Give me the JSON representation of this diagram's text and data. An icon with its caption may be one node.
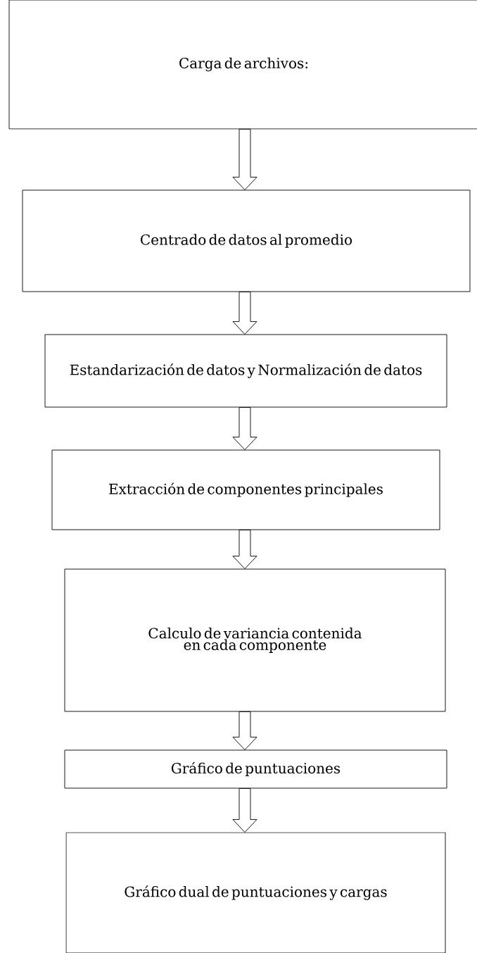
{
  "diagram": {
    "nodes": [
      {
        "text": [
          "Carga de archivos:"
        ]
      },
      {
        "text": [
          "Centrado de datos al promedio"
        ]
      },
      {
        "text": [
          "Estandarización de datos y Normalización de datos"
        ]
      },
      {
        "text": [
          "Extracción de componentes principales"
        ]
      },
      {
        "text": [
          "Calculo de variancia contenida en cada componente"
        ]
      },
      {
        "text": [
          "Gráfico de puntuaciones"
        ]
      },
      {
        "text": [
          "Gráfico dual de puntuaciones y cargas"
        ]
      }
    ],
    "edges": [
      {
        "from": 0,
        "to": 1,
        "arrow": "to"
      },
      {
        "from": 1,
        "to": 2,
        "arrow": "to"
      },
      {
        "from": 2,
        "to": 3,
        "arrow": "to"
      },
      {
        "from": 3,
        "to": 4,
        "arrow": "to"
      },
      {
        "from": 4,
        "to": 5,
        "arrow": "to"
      },
      {
        "from": 5,
        "to": 6,
        "arrow": "to"
      }
    ]
  }
}
